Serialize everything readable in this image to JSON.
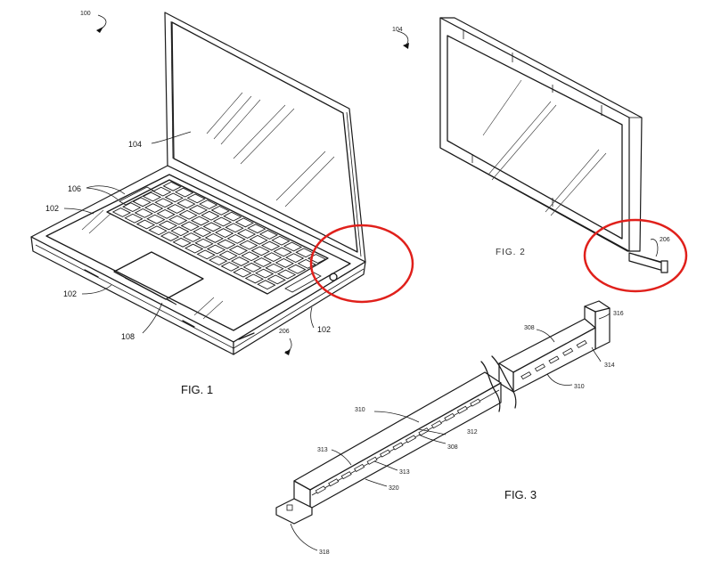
{
  "figures": {
    "fig1": {
      "caption": "FIG. 1"
    },
    "fig2": {
      "caption": "FIG. 2"
    },
    "fig3": {
      "caption": "FIG. 3"
    }
  },
  "reference_numerals": {
    "r100": "100",
    "r104": "104",
    "r106": "106",
    "r102_a": "102",
    "r102_b": "102",
    "r102_c": "102",
    "r108": "108",
    "r206_fig1": "206",
    "r104_fig2": "104",
    "r206_fig2": "206",
    "r316": "316",
    "r308_a": "308",
    "r314": "314",
    "r310_a": "310",
    "r310_b": "310",
    "r312": "312",
    "r308_b": "308",
    "r313_a": "313",
    "r313_b": "313",
    "r320": "320",
    "r318": "318"
  },
  "colors": {
    "highlight_circle": "#e0201b",
    "line_art": "#1a1a1a",
    "background": "#ffffff"
  }
}
